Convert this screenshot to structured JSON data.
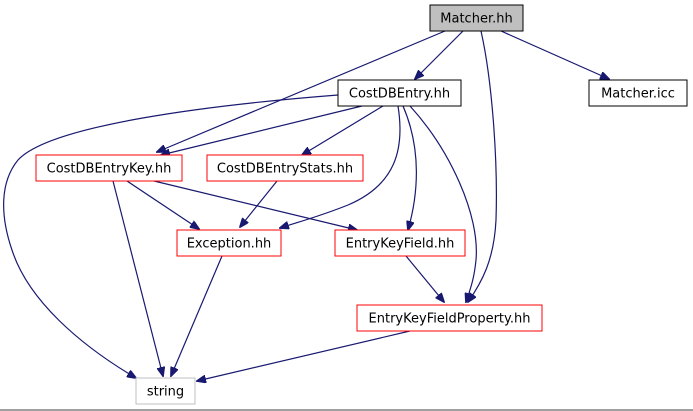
{
  "colors": {
    "edge": "#191970",
    "focus_fill": "#bfbfbf",
    "focus_border": "#000000",
    "plain_border": "#000000",
    "linked_border": "#ff0000",
    "external_border": "#bfbfbf",
    "text": "#000000"
  },
  "nodes": {
    "matcher_hh": {
      "label": "Matcher.hh",
      "kind": "focus"
    },
    "costdbentry_hh": {
      "label": "CostDBEntry.hh",
      "kind": "plain"
    },
    "matcher_icc": {
      "label": "Matcher.icc",
      "kind": "plain"
    },
    "costdbentrykey_hh": {
      "label": "CostDBEntryKey.hh",
      "kind": "linked"
    },
    "costdbentrystats_hh": {
      "label": "CostDBEntryStats.hh",
      "kind": "linked"
    },
    "exception_hh": {
      "label": "Exception.hh",
      "kind": "linked"
    },
    "entrykeyfield_hh": {
      "label": "EntryKeyField.hh",
      "kind": "linked"
    },
    "entrykeyfieldproperty_hh": {
      "label": "EntryKeyFieldProperty.hh",
      "kind": "linked"
    },
    "string": {
      "label": "string",
      "kind": "external"
    }
  },
  "edges": [
    {
      "from": "matcher_hh",
      "to": "costdbentry_hh"
    },
    {
      "from": "matcher_hh",
      "to": "costdbentrykey_hh"
    },
    {
      "from": "matcher_hh",
      "to": "entrykeyfieldproperty_hh"
    },
    {
      "from": "matcher_hh",
      "to": "matcher_icc"
    },
    {
      "from": "costdbentry_hh",
      "to": "costdbentrykey_hh"
    },
    {
      "from": "costdbentry_hh",
      "to": "costdbentrystats_hh"
    },
    {
      "from": "costdbentry_hh",
      "to": "exception_hh"
    },
    {
      "from": "costdbentry_hh",
      "to": "entrykeyfield_hh"
    },
    {
      "from": "costdbentry_hh",
      "to": "entrykeyfieldproperty_hh"
    },
    {
      "from": "costdbentry_hh",
      "to": "string"
    },
    {
      "from": "costdbentrykey_hh",
      "to": "exception_hh"
    },
    {
      "from": "costdbentrykey_hh",
      "to": "entrykeyfield_hh"
    },
    {
      "from": "costdbentrykey_hh",
      "to": "string"
    },
    {
      "from": "costdbentrystats_hh",
      "to": "exception_hh"
    },
    {
      "from": "exception_hh",
      "to": "string"
    },
    {
      "from": "entrykeyfield_hh",
      "to": "entrykeyfieldproperty_hh"
    },
    {
      "from": "entrykeyfieldproperty_hh",
      "to": "string"
    }
  ]
}
